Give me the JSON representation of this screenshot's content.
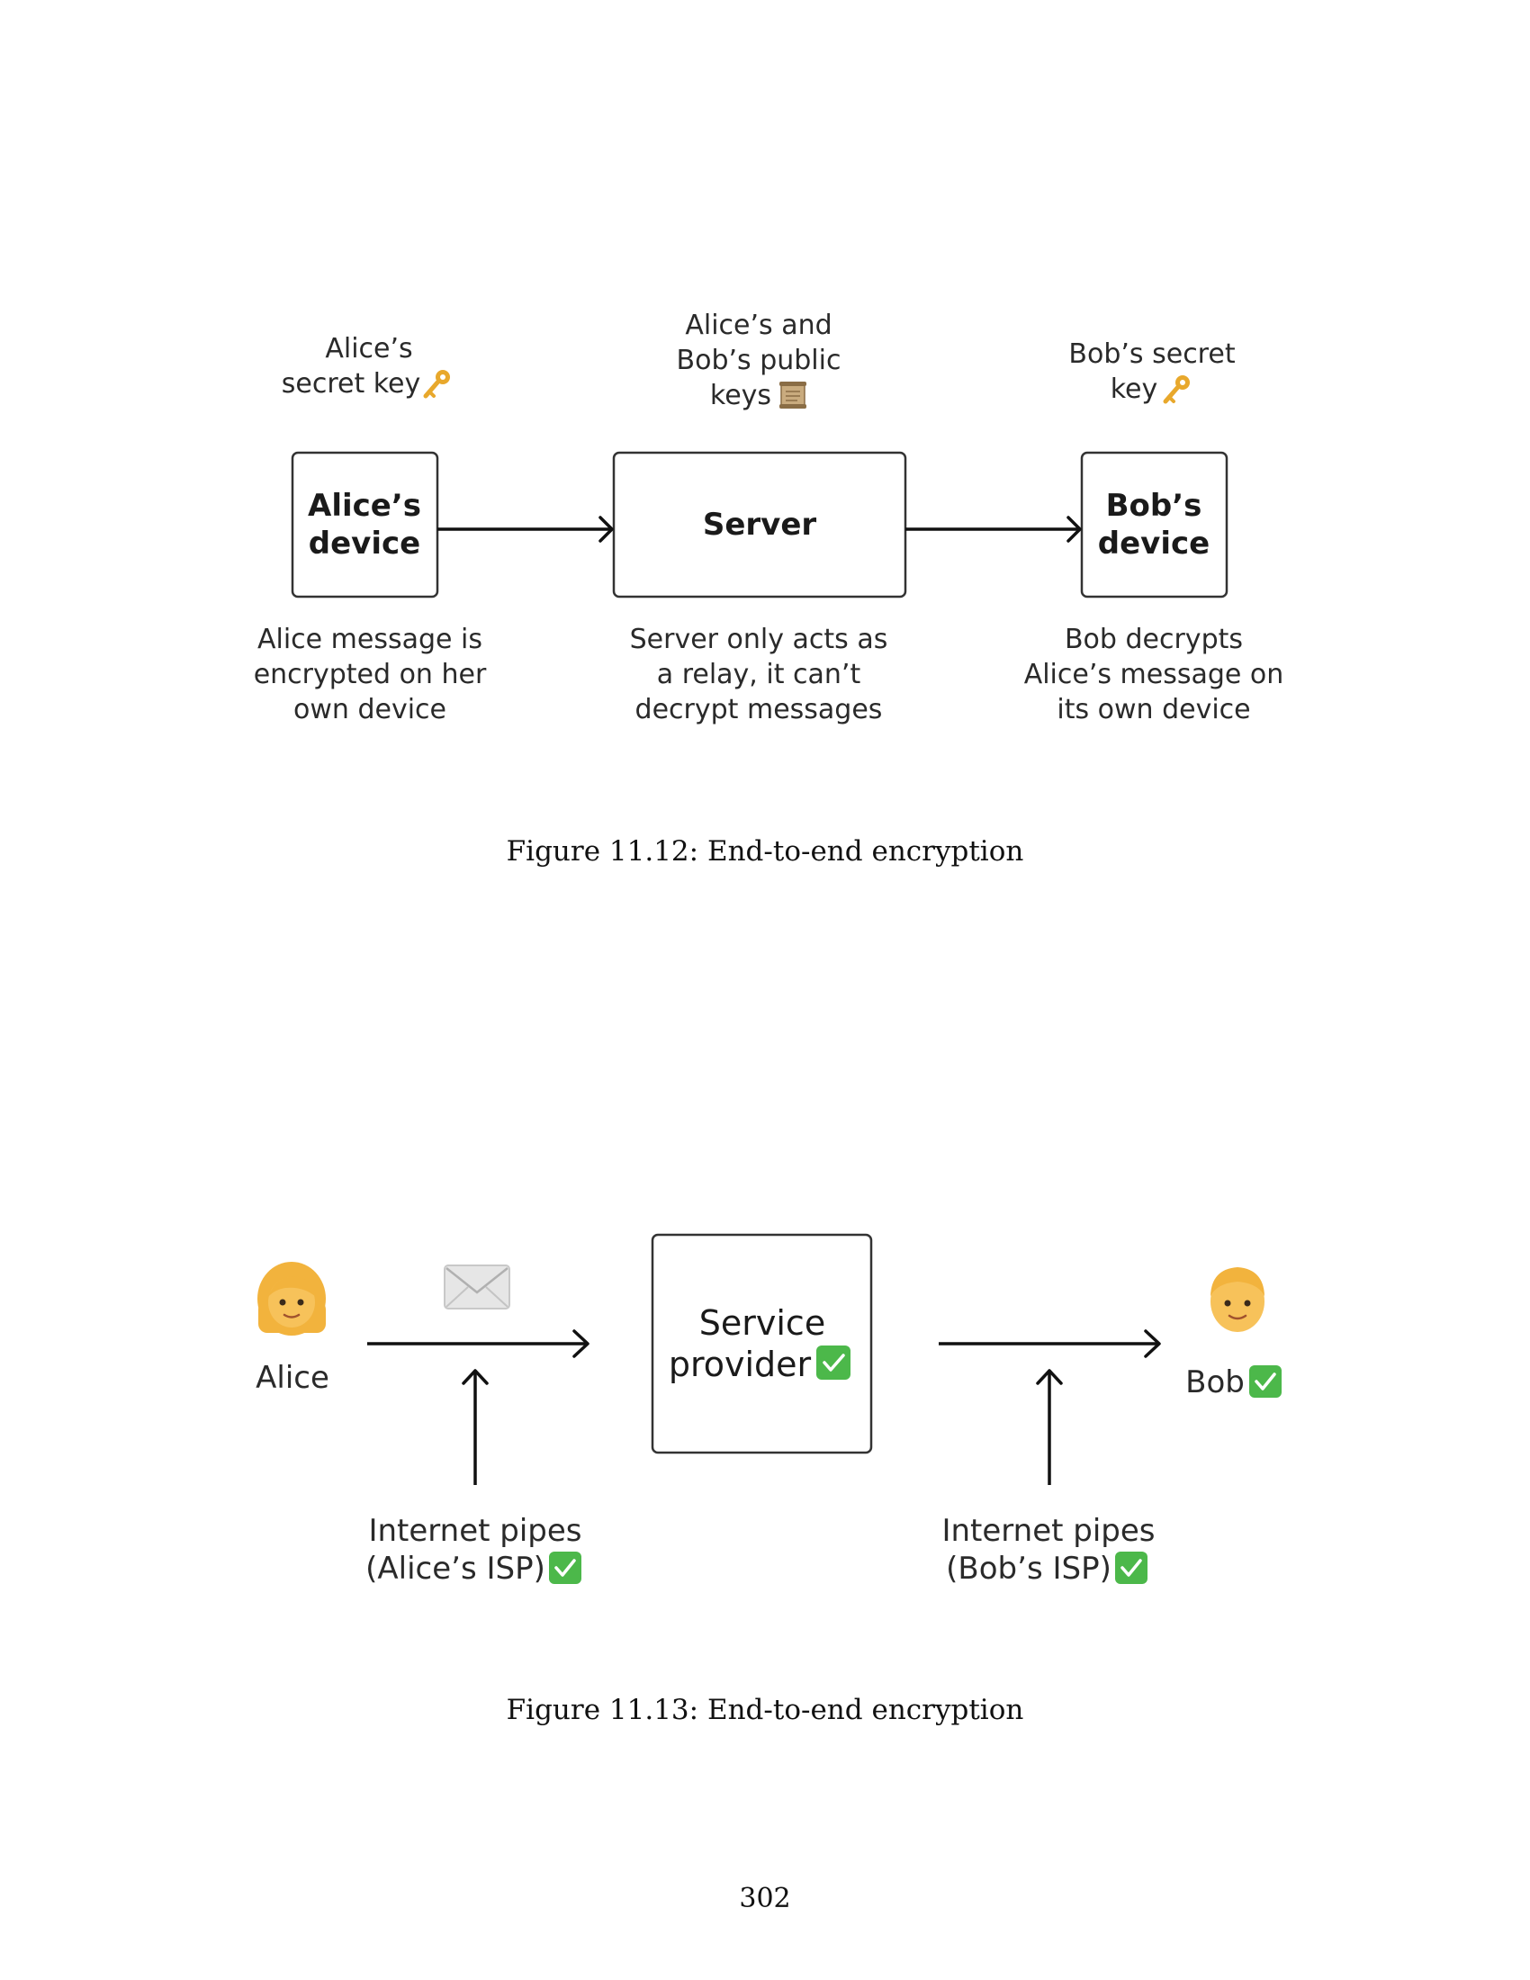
{
  "figures": [
    {
      "caption": "Figure 11.12: End-to-end encryption",
      "nodes": {
        "alice_device": [
          "Alice’s",
          "device"
        ],
        "server": [
          "Server"
        ],
        "bob_device": [
          "Bob’s",
          "device"
        ]
      },
      "top_labels": {
        "alice_key": [
          "Alice’s",
          "secret key"
        ],
        "server_keys": [
          "Alice’s and",
          "Bob’s public",
          "keys"
        ],
        "bob_key": [
          "Bob’s secret",
          "key"
        ]
      },
      "bottom_labels": {
        "alice": [
          "Alice message is",
          "encrypted on her",
          "own device"
        ],
        "server": [
          "Server only acts as",
          "a relay, it can’t",
          "decrypt messages"
        ],
        "bob": [
          "Bob decrypts",
          "Alice’s message on",
          "its own device"
        ]
      },
      "icons": [
        "key-icon",
        "scroll-icon",
        "key-icon"
      ]
    },
    {
      "caption": "Figure 11.13: End-to-end encryption",
      "nodes": {
        "service_provider": [
          "Service",
          "provider"
        ]
      },
      "labels": {
        "alice": "Alice",
        "bob": "Bob",
        "alice_isp": [
          "Internet pipes",
          "(Alice’s ISP)"
        ],
        "bob_isp": [
          "Internet pipes",
          "(Bob’s ISP)"
        ]
      },
      "icons": [
        "woman-icon",
        "envelope-icon",
        "man-icon",
        "check-icon"
      ]
    }
  ],
  "page_number": "302",
  "colors": {
    "check_green": "#4cb84a",
    "key_gold": "#e8a82c",
    "hair_blonde": "#f2b33d",
    "skin": "#f7c25a"
  }
}
